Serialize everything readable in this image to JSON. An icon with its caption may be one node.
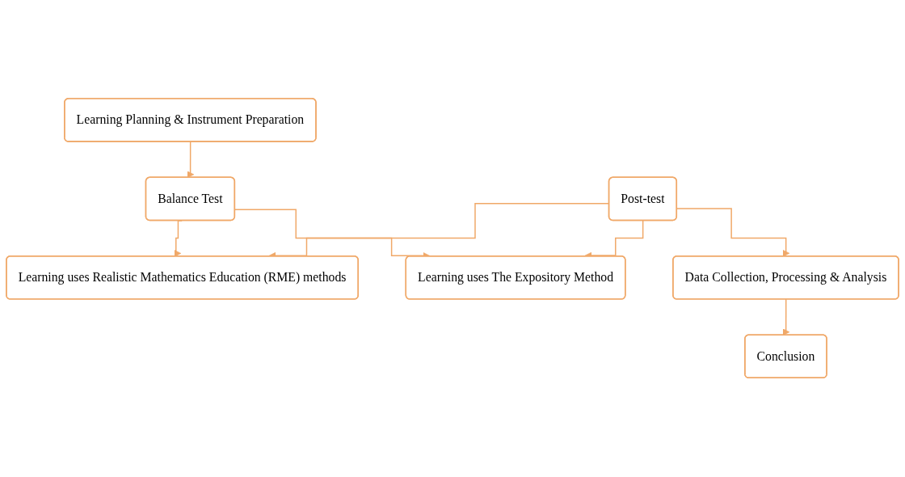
{
  "diagram": {
    "nodes": [
      {
        "text": [
          "Learning Planning & Instrument Preparation"
        ]
      },
      {
        "text": [
          "Balance Test"
        ]
      },
      {
        "text": [
          "Learning uses Realistic Mathematics Education (RME) methods"
        ]
      },
      {
        "text": [
          "Learning uses The Expository Method"
        ]
      },
      {
        "text": [
          "Post-test"
        ]
      },
      {
        "text": [
          "Data Collection, Processing & Analysis"
        ]
      },
      {
        "text": [
          "Conclusion"
        ]
      }
    ],
    "edges": [
      {
        "from": 0,
        "to": 1,
        "arrow": "to"
      },
      {
        "from": 1,
        "to": 2,
        "arrow": "to"
      },
      {
        "from": 1,
        "to": 3,
        "arrow": "to"
      },
      {
        "from": 4,
        "to": 2,
        "arrow": "to"
      },
      {
        "from": 4,
        "to": 3,
        "arrow": "to"
      },
      {
        "from": 4,
        "to": 5,
        "arrow": "to"
      },
      {
        "from": 5,
        "to": 6,
        "arrow": "to"
      }
    ]
  }
}
